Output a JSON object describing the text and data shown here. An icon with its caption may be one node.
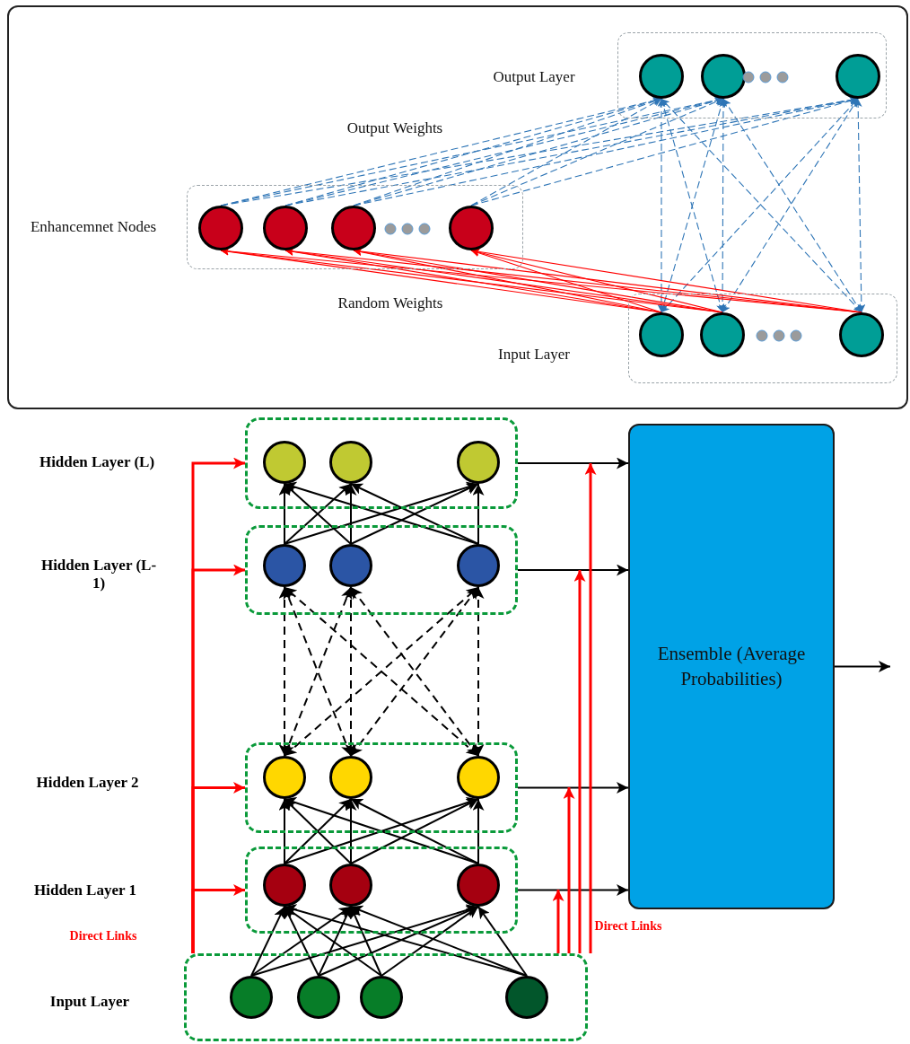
{
  "diagram": {
    "nodes": [
      {
        "text": [],
        "shape": "box"
      },
      {
        "text": [],
        "shape": "circle",
        "in": 0
      },
      {
        "text": [],
        "shape": "circle",
        "in": 0
      },
      {
        "text": [],
        "shape": "circle",
        "in": 0
      },
      {
        "text": [],
        "shape": "box"
      },
      {
        "text": [],
        "shape": "circle",
        "in": 4
      },
      {
        "text": [],
        "shape": "circle",
        "in": 4
      },
      {
        "text": [],
        "shape": "circle",
        "in": 4
      },
      {
        "text": [],
        "shape": "circle",
        "in": 4
      },
      {
        "text": [],
        "shape": "box"
      },
      {
        "text": [],
        "shape": "circle",
        "in": 9
      },
      {
        "text": [],
        "shape": "circle",
        "in": 9
      },
      {
        "text": [],
        "shape": "circle",
        "in": 9
      },
      {
        "text": [],
        "shape": "box"
      },
      {
        "text": [],
        "shape": "circle",
        "in": 13
      },
      {
        "text": [],
        "shape": "circle",
        "in": 13
      },
      {
        "text": [],
        "shape": "circle",
        "in": 13
      },
      {
        "text": [],
        "shape": "box"
      },
      {
        "text": [],
        "shape": "circle",
        "in": 17
      },
      {
        "text": [],
        "shape": "circle",
        "in": 17
      },
      {
        "text": [],
        "shape": "circle",
        "in": 17
      },
      {
        "text": [],
        "shape": "box"
      },
      {
        "text": [],
        "shape": "circle",
        "in": 21
      },
      {
        "text": [],
        "shape": "circle",
        "in": 21
      },
      {
        "text": [],
        "shape": "circle",
        "in": 21
      },
      {
        "text": [],
        "shape": "box"
      },
      {
        "text": [],
        "shape": "circle",
        "in": 25
      },
      {
        "text": [],
        "shape": "circle",
        "in": 25
      },
      {
        "text": [],
        "shape": "circle",
        "in": 25
      },
      {
        "text": [],
        "shape": "box"
      },
      {
        "text": [],
        "shape": "circle",
        "in": 29
      },
      {
        "text": [],
        "shape": "circle",
        "in": 29
      },
      {
        "text": [],
        "shape": "circle",
        "in": 29
      },
      {
        "text": [],
        "shape": "circle",
        "in": 29
      },
      {
        "text": [
          "Ensemble (Average Probabilities)"
        ]
      }
    ],
    "edges": [
      {
        "from": 5,
        "to": 1,
        "arrow": "to",
        "style": "dashed",
        "color": "#2e75b6"
      },
      {
        "from": 5,
        "to": 2,
        "arrow": "to",
        "style": "dashed",
        "color": "#2e75b6"
      },
      {
        "from": 5,
        "to": 3,
        "arrow": "to",
        "style": "dashed",
        "color": "#2e75b6"
      },
      {
        "from": 6,
        "to": 1,
        "arrow": "to",
        "style": "dashed",
        "color": "#2e75b6"
      },
      {
        "from": 6,
        "to": 2,
        "arrow": "to",
        "style": "dashed",
        "color": "#2e75b6"
      },
      {
        "from": 6,
        "to": 3,
        "arrow": "to",
        "style": "dashed",
        "color": "#2e75b6"
      },
      {
        "from": 7,
        "to": 1,
        "arrow": "to",
        "style": "dashed",
        "color": "#2e75b6"
      },
      {
        "from": 7,
        "to": 2,
        "arrow": "to",
        "style": "dashed",
        "color": "#2e75b6"
      },
      {
        "from": 7,
        "to": 3,
        "arrow": "to",
        "style": "dashed",
        "color": "#2e75b6"
      },
      {
        "from": 8,
        "to": 1,
        "arrow": "to",
        "style": "dashed",
        "color": "#2e75b6"
      },
      {
        "from": 8,
        "to": 2,
        "arrow": "to",
        "style": "dashed",
        "color": "#2e75b6"
      },
      {
        "from": 8,
        "to": 3,
        "arrow": "to",
        "style": "dashed",
        "color": "#2e75b6"
      },
      {
        "from": 10,
        "to": 1,
        "arrow": "both",
        "style": "dashed",
        "color": "#2e75b6"
      },
      {
        "from": 10,
        "to": 2,
        "arrow": "both",
        "style": "dashed",
        "color": "#2e75b6"
      },
      {
        "from": 10,
        "to": 3,
        "arrow": "both",
        "style": "dashed",
        "color": "#2e75b6"
      },
      {
        "from": 11,
        "to": 1,
        "arrow": "both",
        "style": "dashed",
        "color": "#2e75b6"
      },
      {
        "from": 11,
        "to": 2,
        "arrow": "both",
        "style": "dashed",
        "color": "#2e75b6"
      },
      {
        "from": 11,
        "to": 3,
        "arrow": "both",
        "style": "dashed",
        "color": "#2e75b6"
      },
      {
        "from": 12,
        "to": 1,
        "arrow": "both",
        "style": "dashed",
        "color": "#2e75b6"
      },
      {
        "from": 12,
        "to": 2,
        "arrow": "both",
        "style": "dashed",
        "color": "#2e75b6"
      },
      {
        "from": 12,
        "to": 3,
        "arrow": "both",
        "style": "dashed",
        "color": "#2e75b6"
      },
      {
        "from": 10,
        "to": 5,
        "arrow": "to",
        "color": "#ff0000"
      },
      {
        "from": 10,
        "to": 6,
        "arrow": "to",
        "color": "#ff0000"
      },
      {
        "from": 10,
        "to": 7,
        "arrow": "to",
        "color": "#ff0000"
      },
      {
        "from": 10,
        "to": 8,
        "arrow": "to",
        "color": "#ff0000"
      },
      {
        "from": 11,
        "to": 5,
        "arrow": "to",
        "color": "#ff0000"
      },
      {
        "from": 11,
        "to": 6,
        "arrow": "to",
        "color": "#ff0000"
      },
      {
        "from": 11,
        "to": 7,
        "arrow": "to",
        "color": "#ff0000"
      },
      {
        "from": 11,
        "to": 8,
        "arrow": "to",
        "color": "#ff0000"
      },
      {
        "from": 12,
        "to": 5,
        "arrow": "to",
        "color": "#ff0000"
      },
      {
        "from": 12,
        "to": 6,
        "arrow": "to",
        "color": "#ff0000"
      },
      {
        "from": 12,
        "to": 7,
        "arrow": "to",
        "color": "#ff0000"
      },
      {
        "from": 12,
        "to": 8,
        "arrow": "to",
        "color": "#ff0000"
      },
      {
        "from": 18,
        "to": 14,
        "arrow": "to"
      },
      {
        "from": 18,
        "to": 15,
        "arrow": "to"
      },
      {
        "from": 18,
        "to": 16,
        "arrow": "to"
      },
      {
        "from": 19,
        "to": 14,
        "arrow": "to"
      },
      {
        "from": 19,
        "to": 15,
        "arrow": "to"
      },
      {
        "from": 19,
        "to": 16,
        "arrow": "to"
      },
      {
        "from": 20,
        "to": 14,
        "arrow": "to"
      },
      {
        "from": 20,
        "to": 15,
        "arrow": "to"
      },
      {
        "from": 20,
        "to": 16,
        "arrow": "to"
      },
      {
        "from": 22,
        "to": 18,
        "arrow": "both",
        "style": "dashed"
      },
      {
        "from": 22,
        "to": 19,
        "arrow": "both",
        "style": "dashed"
      },
      {
        "from": 22,
        "to": 20,
        "arrow": "both",
        "style": "dashed"
      },
      {
        "from": 23,
        "to": 18,
        "arrow": "both",
        "style": "dashed"
      },
      {
        "from": 23,
        "to": 19,
        "arrow": "both",
        "style": "dashed"
      },
      {
        "from": 23,
        "to": 20,
        "arrow": "both",
        "style": "dashed"
      },
      {
        "from": 24,
        "to": 18,
        "arrow": "both",
        "style": "dashed"
      },
      {
        "from": 24,
        "to": 19,
        "arrow": "both",
        "style": "dashed"
      },
      {
        "from": 24,
        "to": 20,
        "arrow": "both",
        "style": "dashed"
      },
      {
        "from": 26,
        "to": 22,
        "arrow": "to"
      },
      {
        "from": 26,
        "to": 23,
        "arrow": "to"
      },
      {
        "from": 26,
        "to": 24,
        "arrow": "to"
      },
      {
        "from": 27,
        "to": 22,
        "arrow": "to"
      },
      {
        "from": 27,
        "to": 23,
        "arrow": "to"
      },
      {
        "from": 27,
        "to": 24,
        "arrow": "to"
      },
      {
        "from": 28,
        "to": 22,
        "arrow": "to"
      },
      {
        "from": 28,
        "to": 23,
        "arrow": "to"
      },
      {
        "from": 28,
        "to": 24,
        "arrow": "to"
      },
      {
        "from": 30,
        "to": 26,
        "arrow": "to"
      },
      {
        "from": 30,
        "to": 27,
        "arrow": "to"
      },
      {
        "from": 30,
        "to": 28,
        "arrow": "to"
      },
      {
        "from": 31,
        "to": 26,
        "arrow": "to"
      },
      {
        "from": 31,
        "to": 27,
        "arrow": "to"
      },
      {
        "from": 31,
        "to": 28,
        "arrow": "to"
      },
      {
        "from": 32,
        "to": 26,
        "arrow": "to"
      },
      {
        "from": 32,
        "to": 27,
        "arrow": "to"
      },
      {
        "from": 32,
        "to": 28,
        "arrow": "to"
      },
      {
        "from": 33,
        "to": 26,
        "arrow": "to"
      },
      {
        "from": 33,
        "to": 27,
        "arrow": "to"
      },
      {
        "from": 33,
        "to": 28,
        "arrow": "to"
      },
      {
        "from": 29,
        "to": 13,
        "arrow": "to",
        "color": "#ff0000"
      },
      {
        "from": 29,
        "to": 17,
        "arrow": "to",
        "color": "#ff0000"
      },
      {
        "from": 29,
        "to": 21,
        "arrow": "to",
        "color": "#ff0000"
      },
      {
        "from": 29,
        "to": 25,
        "arrow": "to",
        "color": "#ff0000"
      },
      {
        "from": 13,
        "to": 34,
        "arrow": "to"
      },
      {
        "from": 17,
        "to": 34,
        "arrow": "to"
      },
      {
        "from": 21,
        "to": 34,
        "arrow": "to"
      },
      {
        "from": 25,
        "to": 34,
        "arrow": "to"
      },
      {
        "from": 29,
        "to": null,
        "arrow": "to",
        "color": "#ff0000"
      },
      {
        "from": 29,
        "to": null,
        "arrow": "to",
        "color": "#ff0000"
      },
      {
        "from": 29,
        "to": null,
        "arrow": "to",
        "color": "#ff0000"
      },
      {
        "from": 29,
        "to": null,
        "arrow": "to",
        "color": "#ff0000"
      },
      {
        "from": 34,
        "to": null,
        "arrow": "to"
      }
    ],
    "labels": [
      "Output Layer",
      "Output Weights",
      "Enhancemnet Nodes",
      "Random Weights",
      "Input Layer",
      "Hidden Layer (L)",
      "Hidden Layer (L-1)",
      "Hidden Layer 2",
      "Hidden Layer 1",
      "Direct Links",
      "Direct Links",
      "Input Layer"
    ]
  }
}
